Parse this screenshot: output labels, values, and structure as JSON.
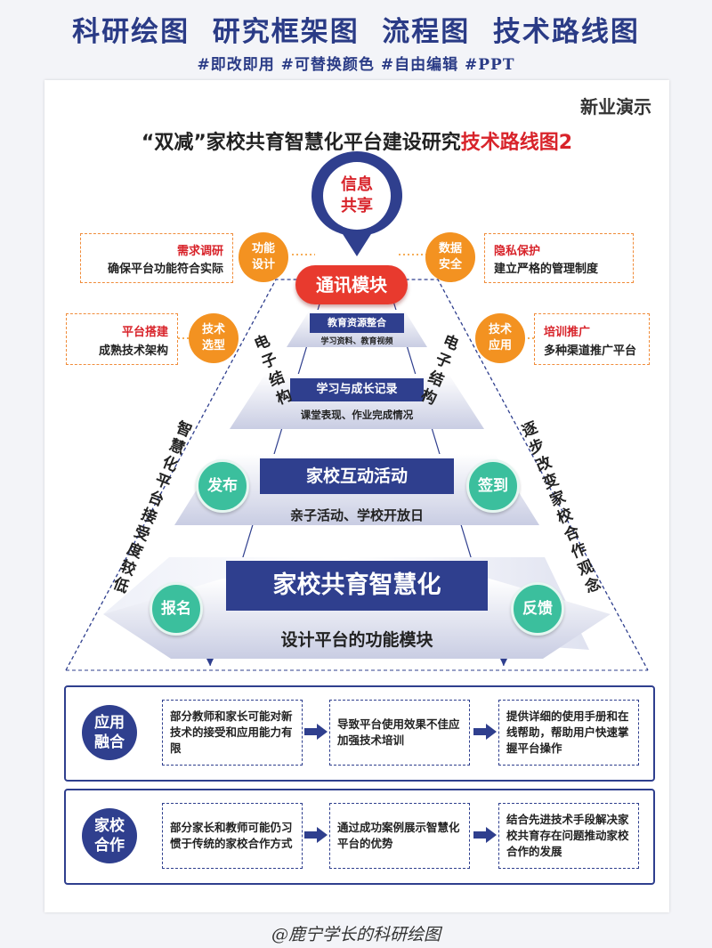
{
  "banner": {
    "title": "科研绘图  研究框架图  流程图  技术路线图",
    "tags": "#即改即用 #可替换颜色 #自由编辑 #PPT"
  },
  "brand": "新业演示",
  "title": {
    "main": "“双减”家校共育智慧化平台建设研究",
    "highlight": "技术路线图2"
  },
  "pin": {
    "line1": "信息",
    "line2": "共享"
  },
  "top_module": "通讯模块",
  "left_items": [
    {
      "box_title": "需求调研",
      "box_text": "确保平台功能符合实际",
      "circle": "功能\n设计"
    },
    {
      "box_title": "平台搭建",
      "box_text": "成熟技术架构",
      "circle": "技术\n选型"
    }
  ],
  "right_items": [
    {
      "box_title": "隐私保护",
      "box_text": "建立严格的管理制度",
      "circle": "数据\n安全"
    },
    {
      "box_title": "培训推广",
      "box_text": "多种渠道推广平台",
      "circle": "技术\n应用"
    }
  ],
  "pyramid": {
    "levels": [
      {
        "title": "教育资源整合",
        "subtitle": "学习资料、教育视频"
      },
      {
        "title": "学习与成长记录",
        "subtitle": "课堂表现、作业完成情况"
      },
      {
        "title": "家校互动活动",
        "subtitle": "亲子活动、学校开放日"
      },
      {
        "title": "家校共育智慧化",
        "subtitle": "设计平台的功能模块"
      }
    ],
    "left_vertical": "电子结构",
    "right_vertical": "电子结构",
    "left_side": "智慧化平台接受度较低",
    "right_side": "逐步改变家校合作观念",
    "badges": [
      "发布",
      "签到",
      "报名",
      "反馈"
    ]
  },
  "sections": [
    {
      "label": "应用\n融合",
      "boxes": [
        "部分教师和家长可能对新技术的接受和应用能力有限",
        "导致平台使用效果不佳应加强技术培训",
        "提供详细的使用手册和在线帮助，帮助用户快速掌握平台操作"
      ]
    },
    {
      "label": "家校\n合作",
      "boxes": [
        "部分家长和教师可能仍习惯于传统的家校合作方式",
        "通过成功案例展示智慧化平台的优势",
        "结合先进技术手段解决家校共育存在问题推动家校合作的发展"
      ]
    }
  ],
  "footer": "@鹿宁学长的科研绘图",
  "colors": {
    "navy": "#2f3f8e",
    "red": "#d8232a",
    "orange": "#f39221",
    "green": "#3bbf9d"
  }
}
